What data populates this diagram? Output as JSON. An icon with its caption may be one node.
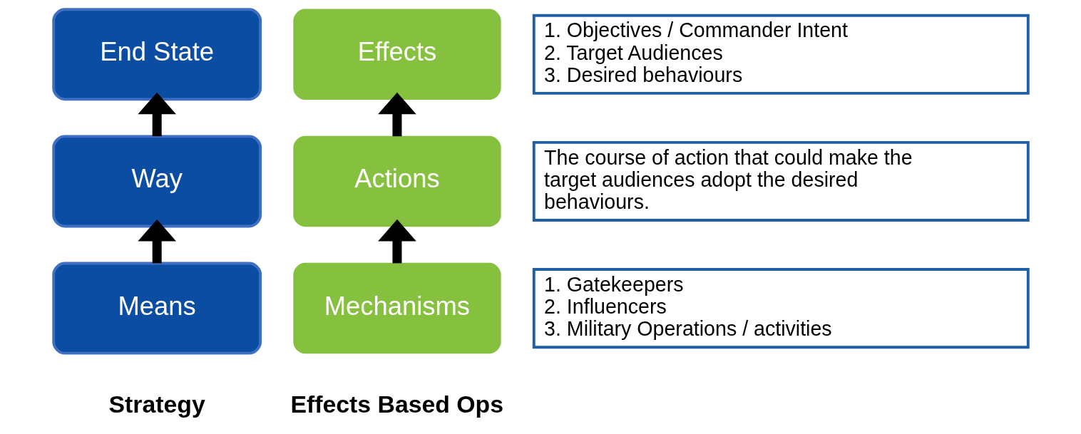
{
  "diagram": {
    "nodes": [
      {
        "text": [
          "End State"
        ]
      },
      {
        "text": [
          "Way"
        ]
      },
      {
        "text": [
          "Means"
        ]
      },
      {
        "text": [
          "Effects"
        ]
      },
      {
        "text": [
          "Actions"
        ]
      },
      {
        "text": [
          "Mechanisms"
        ]
      },
      {
        "text": [
          "1. Objectives / Commander Intent",
          "2. Target Audiences",
          "3. Desired behaviours"
        ]
      },
      {
        "text": [
          "The course of action that could make the target audiences adopt the desired behaviours."
        ]
      },
      {
        "text": [
          "1. Gatekeepers",
          "2. Influencers",
          "3. Military Operations / activities"
        ]
      }
    ],
    "edges": [
      {
        "from": 1,
        "to": 0,
        "arrow": "to"
      },
      {
        "from": 2,
        "to": 1,
        "arrow": "to"
      },
      {
        "from": 4,
        "to": 3,
        "arrow": "to"
      },
      {
        "from": 5,
        "to": 4,
        "arrow": "to"
      }
    ],
    "labels": [
      "Strategy",
      "Effects Based Ops"
    ]
  }
}
